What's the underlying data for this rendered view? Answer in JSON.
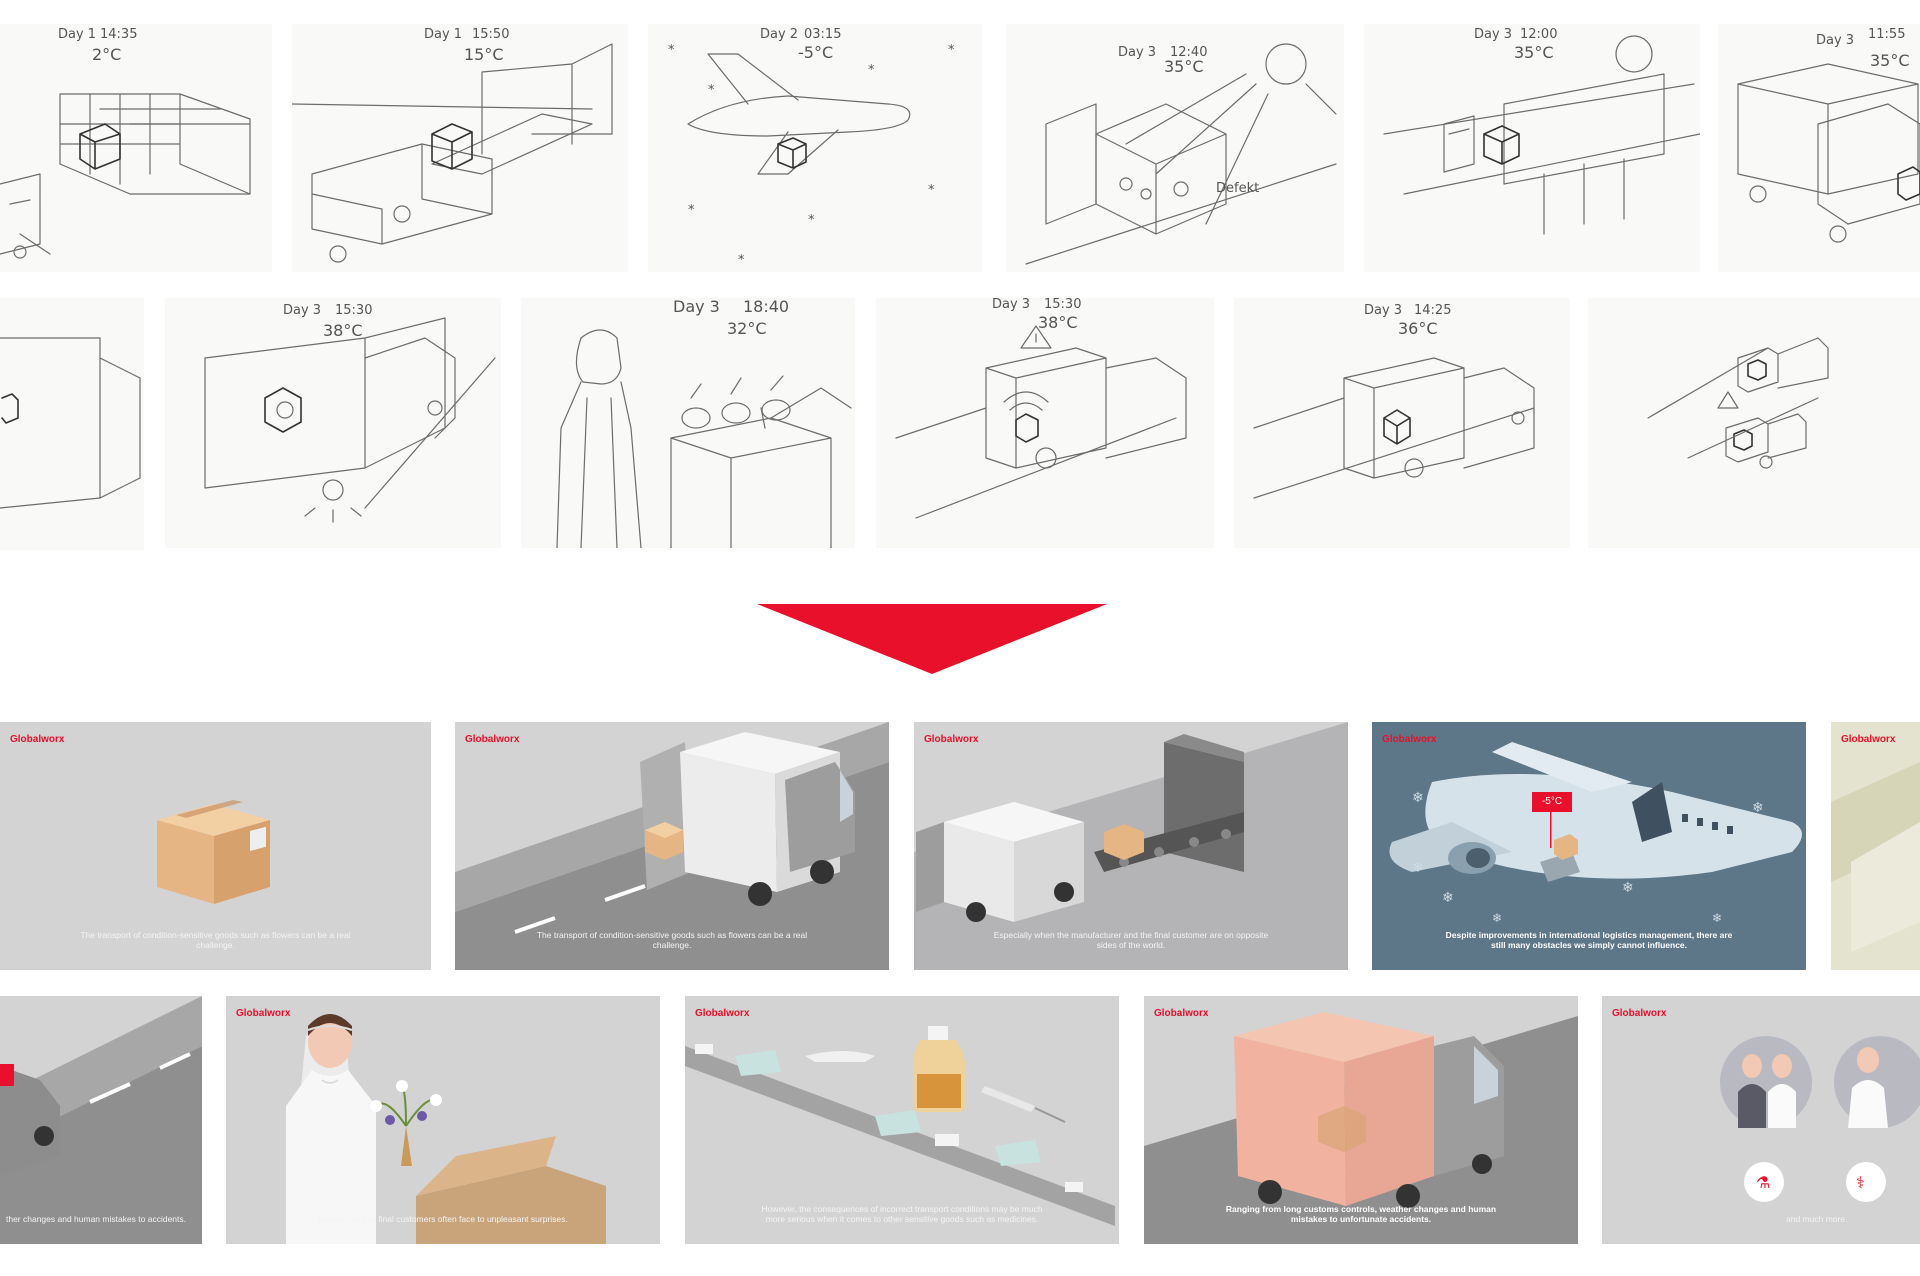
{
  "sketches_top": [
    {
      "day": "Day 1",
      "time": "14:35",
      "temp": "2°C"
    },
    {
      "day": "Day 1",
      "time": "15:50",
      "temp": "15°C"
    },
    {
      "day": "Day 2",
      "time": "03:15",
      "temp": "-5°C"
    },
    {
      "day": "Day 3",
      "time": "12:40",
      "temp": "35°C",
      "note": "Defekt"
    },
    {
      "day": "Day 3",
      "time": "12:00",
      "temp": "35°C"
    },
    {
      "day": "Day 3",
      "time": "11:55",
      "temp": "35°C"
    }
  ],
  "sketches_bottom": [
    {
      "day": "",
      "time": "",
      "temp": ""
    },
    {
      "day": "Day 3",
      "time": "15:30",
      "temp": "38°C"
    },
    {
      "day": "Day 3",
      "time": "18:40",
      "temp": "32°C"
    },
    {
      "day": "Day 3",
      "time": "15:30",
      "temp": "38°C"
    },
    {
      "day": "Day 3",
      "time": "14:25",
      "temp": "36°C"
    },
    {
      "day": "",
      "time": "",
      "temp": ""
    }
  ],
  "arrow_color": "#e8102a",
  "brand": "Globalworx",
  "slides_top": [
    {
      "logo": "Globalworx",
      "caption": "The transport of condition-sensitive goods such as flowers can be a real challenge."
    },
    {
      "logo": "Globalworx",
      "caption": "The transport of condition-sensitive goods such as flowers can be a real challenge."
    },
    {
      "logo": "Globalworx",
      "caption": "Especially when the manufacturer and the final customer are on opposite sides of the world."
    },
    {
      "logo": "Globalworx",
      "caption": "Despite improvements in international logistics management, there are still many obstacles we simply cannot influence.",
      "badge": "-5°C"
    },
    {
      "logo": "Globalworx",
      "caption": ""
    }
  ],
  "slides_bottom": [
    {
      "logo": "",
      "caption": "ther changes and human mistakes to accidents."
    },
    {
      "logo": "Globalworx",
      "caption": "No wonder that final customers often face to unpleasant surprises."
    },
    {
      "logo": "Globalworx",
      "caption": "However, the consequences of incorrect transport conditions may be much more serious when it comes to other sensitive goods such as medicines."
    },
    {
      "logo": "Globalworx",
      "caption": "Ranging from long customs controls, weather changes and human mistakes to unfortunate accidents."
    },
    {
      "logo": "Globalworx",
      "caption": "and much more."
    }
  ]
}
